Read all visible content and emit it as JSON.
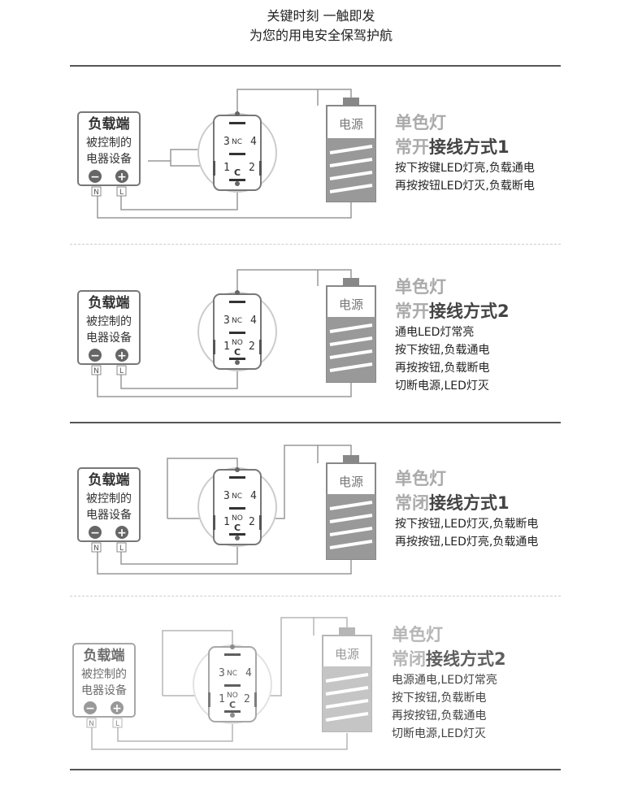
{
  "header": {
    "line1": "关键时刻 一触即发",
    "line2": "为您的用电安全保驾护航"
  },
  "labels": {
    "load_title": "负载端",
    "load_sub1": "被控制的",
    "load_sub2": "电器设备",
    "minus": "−",
    "plus": "+",
    "n": "N",
    "l": "L",
    "power": "电源",
    "pin3": "3",
    "pin4": "4",
    "pin1": "1",
    "pin2": "2",
    "nc": "NC",
    "no": "NO",
    "c": "C"
  },
  "sections": [
    {
      "color": "单色灯",
      "mode_prefix": "常开",
      "mode_suffix": "接线方式1",
      "lines": [
        "按下按键LED灯亮,负载通电",
        "再按按钮LED灯灭,负载断电"
      ]
    },
    {
      "color": "单色灯",
      "mode_prefix": "常开",
      "mode_suffix": "接线方式2",
      "lines": [
        "通电LED灯常亮",
        "按下按钮,负载通电",
        "再按按钮,负载断电",
        "切断电源,LED灯灭"
      ]
    },
    {
      "color": "单色灯",
      "mode_prefix": "常闭",
      "mode_suffix": "接线方式1",
      "lines": [
        "按下按钮,LED灯灭,负载断电",
        "再按按钮,LED灯亮,负载通电"
      ]
    },
    {
      "color": "单色灯",
      "mode_prefix": "常闭",
      "mode_suffix": "接线方式2",
      "lines": [
        "电源通电,LED灯常亮",
        "按下按钮,负载断电",
        "再按按钮,负载通电",
        "切断电源,LED灯灭"
      ]
    }
  ]
}
